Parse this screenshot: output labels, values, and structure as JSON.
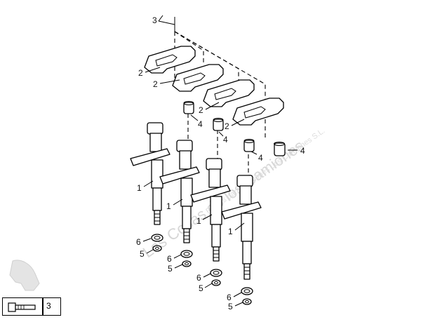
{
  "callouts": {
    "one": "1",
    "two": "2",
    "three": "3",
    "four": "4",
    "five": "5",
    "six": "6"
  },
  "legend": {
    "value": "3",
    "icon": "bolt-icon"
  },
  "watermark": {
    "main": "Las Cosas de los Camiones",
    "sub": "Piezas para camiones Los Camiones S.L."
  }
}
